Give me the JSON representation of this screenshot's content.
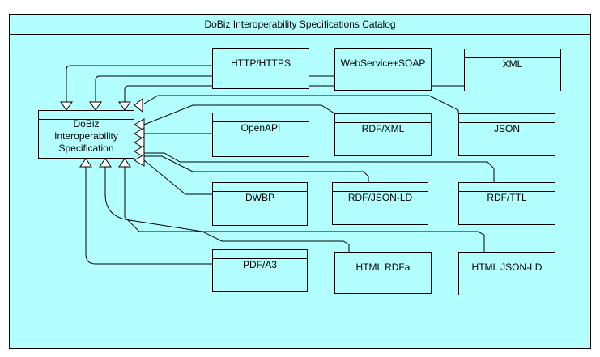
{
  "frame": {
    "title": "DoBiz Interoperability Specifications Catalog"
  },
  "main": {
    "line1": "DoBiz",
    "line2": "Interoperability",
    "line3": "Specification"
  },
  "specs": {
    "http": "HTTP/HTTPS",
    "webservice": "WebService+SOAP",
    "xml": "XML",
    "openapi": "OpenAPI",
    "rdfxml": "RDF/XML",
    "json": "JSON",
    "dwbp": "DWBP",
    "rdfjsonld": "RDF/JSON-LD",
    "rdfttl": "RDF/TTL",
    "pdfa3": "PDF/A3",
    "htmlrdfa": "HTML RDFa",
    "htmljsonld": "HTML JSON-LD"
  }
}
